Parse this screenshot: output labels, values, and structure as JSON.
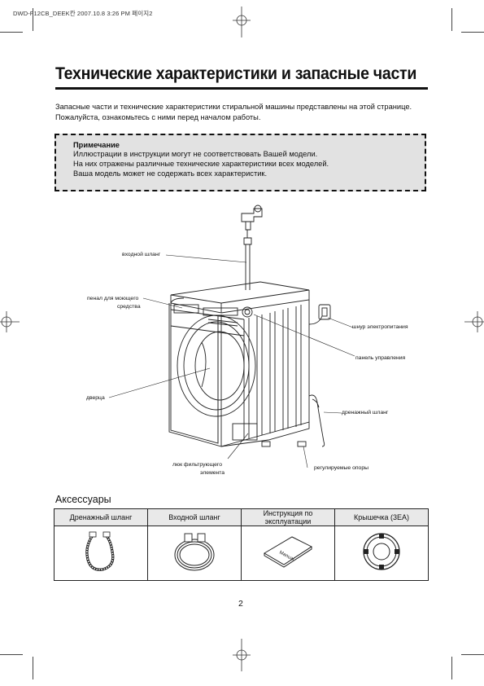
{
  "file_header": "DWD-F12CB_DEEK칸  2007.10.8 3:26 PM 페이지2",
  "page_title": "Технические характеристики и запасные части",
  "intro": {
    "line1": "Запасные части и технические характеристики стиральной машины представлены на этой странице.",
    "line2": "Пожалуйста, ознакомьтесь с ними перед началом работы."
  },
  "note": {
    "title": "Примечание",
    "lines": [
      "Иллюстрации в инструкции могут не соответствовать Вашей модели.",
      "На них отражены различные технические характеристики всех моделей.",
      "Ваша модель может не содержать всех характеристик."
    ]
  },
  "diagram": {
    "labels": {
      "inlet_hose": "входной шланг",
      "detergent_drawer_1": "пенал для моющего",
      "detergent_drawer_2": "средства",
      "door": "дверца",
      "power_cord": "шнур электропитания",
      "control_panel": "панель управления",
      "drain_hose": "дренажный шланг",
      "filter_hatch_1": "люк фильтрующего",
      "filter_hatch_2": "элемента",
      "feet": "регулируемые опоры"
    }
  },
  "accessories": {
    "title": "Аксессуары",
    "columns": [
      {
        "label": "Дренажный шланг",
        "icon": "drain-hose-icon"
      },
      {
        "label": "Входной шланг",
        "icon": "inlet-hose-icon"
      },
      {
        "label": "Инструкция по эксплуатации",
        "icon": "manual-icon",
        "manual_cover_text": "Manual"
      },
      {
        "label": "Крышечка (3EA)",
        "icon": "cap-icon"
      }
    ]
  },
  "page_number": "2",
  "colors": {
    "note_background": "#e2e2e2",
    "table_header_background": "#e9e9e9",
    "ink": "#111111"
  }
}
